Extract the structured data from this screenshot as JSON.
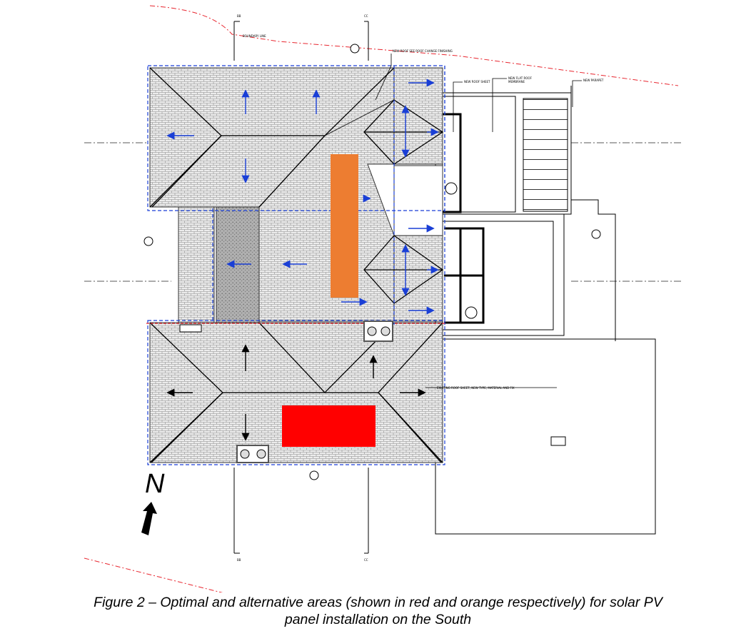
{
  "caption": {
    "line1": "Figure 2 – Optimal and alternative areas (shown in red and orange respectively) for solar PV",
    "line2": "panel installation on the South"
  },
  "north_label": "N",
  "labels": {
    "boundary_line": "BOUNDARY LINE",
    "section_b": "BB",
    "section_c": "CC",
    "new_roof_note": "NEW ROOF SEE ROOF CHANGE FINISHING",
    "new_roof_sheet": "NEW ROOF SHEET",
    "new_flat_roof": "NEW FLAT ROOF",
    "membrane": "MEMBRANE",
    "existing_roof": "EXISTING ROOF SHEET, NEW TYPE, MATERIAL AND FIX",
    "new_gutter": "NEW PARAPET"
  },
  "colors": {
    "optimal_area": "#ff0000",
    "alternative_area": "#ed7d31",
    "dashed_outline": "#1a3fd6",
    "arrow_blue": "#1a3fd6",
    "boundary": "#e8262f",
    "roof_fill": "#e6e6e6",
    "gravel_fill": "#a9a9a9"
  },
  "legend": {
    "optimal": "red",
    "alternative": "orange"
  }
}
